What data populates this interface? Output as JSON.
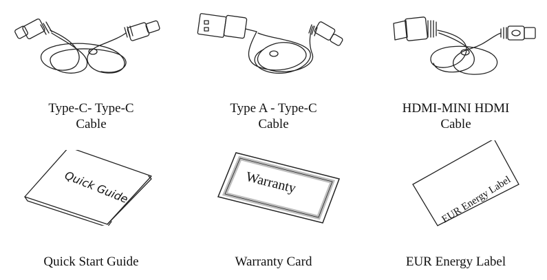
{
  "items": [
    {
      "caption_line1": "Type-C- Type-C",
      "caption_line2": "Cable",
      "icon": "usb-c-to-usb-c-cable"
    },
    {
      "caption_line1": "Type A - Type-C",
      "caption_line2": "Cable",
      "icon": "usb-a-to-usb-c-cable"
    },
    {
      "caption_line1": "HDMI-MINI HDMI",
      "caption_line2": "Cable",
      "icon": "hdmi-to-mini-hdmi-cable"
    },
    {
      "caption_line1": "Quick Start Guide",
      "caption_line2": "",
      "icon": "quick-guide-booklet",
      "art_text": "Quick Guide"
    },
    {
      "caption_line1": "Warranty Card",
      "caption_line2": "",
      "icon": "warranty-card",
      "art_text": "Warranty"
    },
    {
      "caption_line1": "EUR Energy Label",
      "caption_line2": "",
      "icon": "energy-label-card",
      "art_text": "EUR Energy Label"
    }
  ]
}
